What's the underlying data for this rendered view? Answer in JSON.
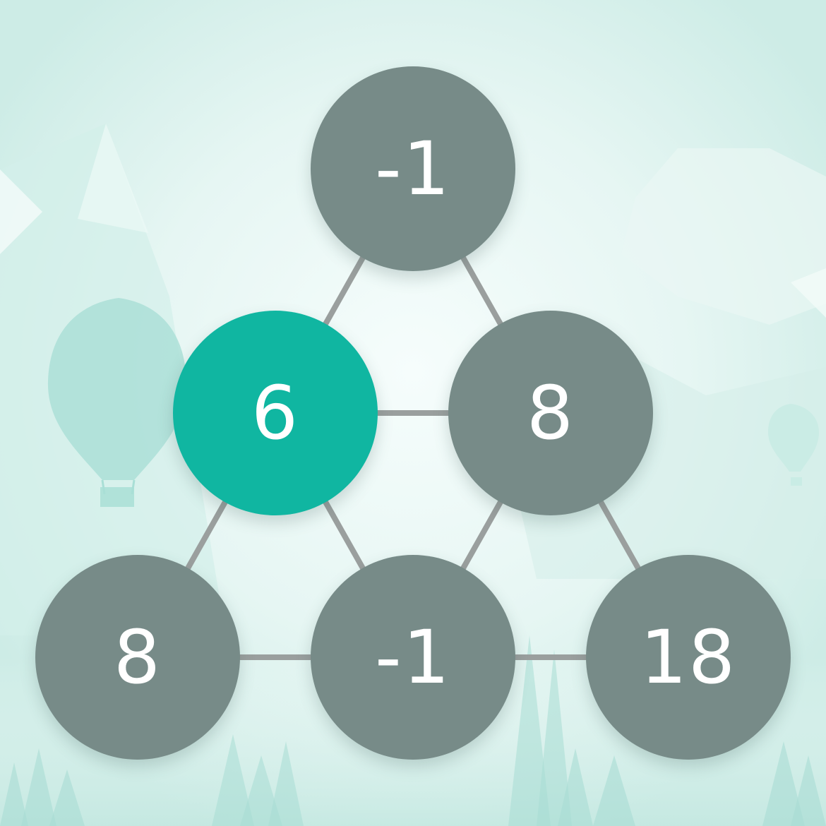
{
  "game": {
    "nodes": {
      "top": {
        "value": "-1",
        "selected": false
      },
      "middle_left": {
        "value": "6",
        "selected": true
      },
      "middle_right": {
        "value": "8",
        "selected": false
      },
      "bottom_left": {
        "value": "8",
        "selected": false
      },
      "bottom_middle": {
        "value": "-1",
        "selected": false
      },
      "bottom_right": {
        "value": "18",
        "selected": false
      }
    }
  },
  "colors": {
    "node": "#778b88",
    "node_selected": "#10b6a1",
    "edge": "#9a9f9e",
    "background": "#dff3ef"
  },
  "icons": [
    "hot-air-balloon-icon",
    "mountain-icon",
    "pine-forest-icon",
    "cloud-icon"
  ]
}
